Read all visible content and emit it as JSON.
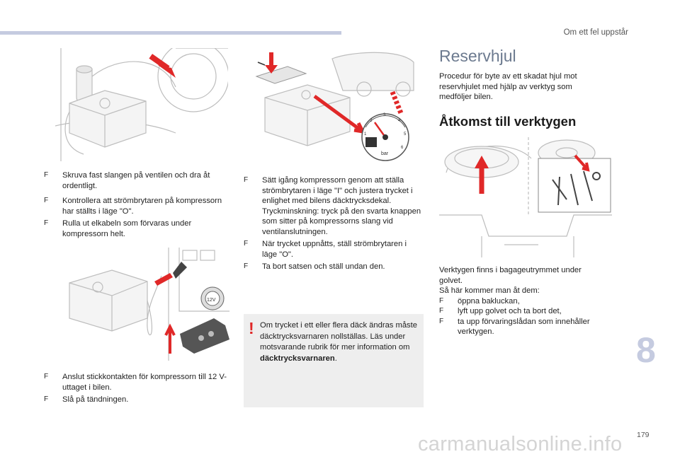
{
  "header": {
    "section": "Om ett fel uppstår"
  },
  "colors": {
    "accent_bar": "#c5cbe0",
    "heading_blue": "#6c7a8f",
    "warning_red": "#e02828",
    "note_bg": "#eeeeee"
  },
  "col1": {
    "bullets_top": [
      "Skruva fast slangen på ventilen och dra åt ordentligt.",
      "Kontrollera att strömbrytaren på kompressorn har ställts i läge \"O\".",
      "Rulla ut elkabeln som förvaras under kompressorn helt."
    ],
    "bullets_bottom": [
      "Anslut stickkontakten för kompressorn till 12 V-uttaget i bilen.",
      "Slå på tändningen."
    ]
  },
  "col2": {
    "bullets": [
      "Sätt igång kompressorn genom att ställa strömbrytaren i läge \"I\" och justera trycket i enlighet med bilens däcktrycksdekal. Tryckminskning: tryck på den svarta knappen som sitter på kompressorns slang vid ventilanslutningen.",
      "När trycket uppnåtts, ställ strömbrytaren i läge \"O\".",
      "Ta bort satsen och ställ undan den."
    ],
    "note": {
      "mark": "!",
      "text": "Om trycket i ett eller flera däck ändras måste däcktrycksvarnaren nollställas. Läs under motsvarande rubrik för mer information om",
      "bold": "däcktrycksvarnaren",
      "end": "."
    }
  },
  "col3": {
    "title": "Reservhjul",
    "intro": "Procedur för byte av ett skadat hjul mot reservhjulet med hjälp av verktyg som medföljer bilen.",
    "subtitle": "Åtkomst till verktygen",
    "access_text_1": "Verktygen finns i bagageutrymmet under golvet.",
    "access_text_2": "Så här kommer man åt dem:",
    "access_bullets": [
      "öppna bakluckan,",
      "lyft upp golvet och ta bort det,",
      "ta upp förvaringslådan som innehåller verktygen."
    ]
  },
  "figures": {
    "gauge_unit": "bar",
    "gauge_ticks": [
      "1",
      "2",
      "3",
      "4",
      "5",
      "6"
    ],
    "socket_label": "12V"
  },
  "bullet_mark": "F",
  "chapter_number": "8",
  "page_number": "179",
  "watermark": "carmanualsonline.info"
}
